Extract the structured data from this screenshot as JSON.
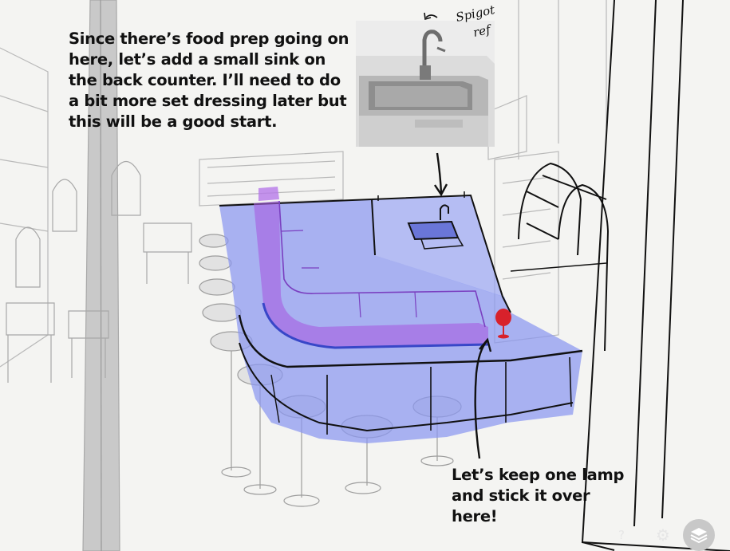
{
  "notes": {
    "top": "Since there’s food prep going on here, let’s add a small sink on the back counter. I’ll need to do a bit more set dressing later but this will be a good start.",
    "bottom": "Let’s keep one lamp and stick it over here!"
  },
  "reference_labels": {
    "spigot": "Spigot",
    "ref": "ref"
  },
  "toolbar": {
    "help": "?",
    "settings": "⚙"
  },
  "icons": {
    "help": "help-icon",
    "settings": "gear-icon",
    "layers": "layers-icon"
  },
  "colors": {
    "counter_highlight": "#7f8ff2",
    "upper_counter_highlight": "#a86fe0",
    "lamp": "#d8212b",
    "sketch_lines": "#111111",
    "background": "#f4f4f2"
  }
}
